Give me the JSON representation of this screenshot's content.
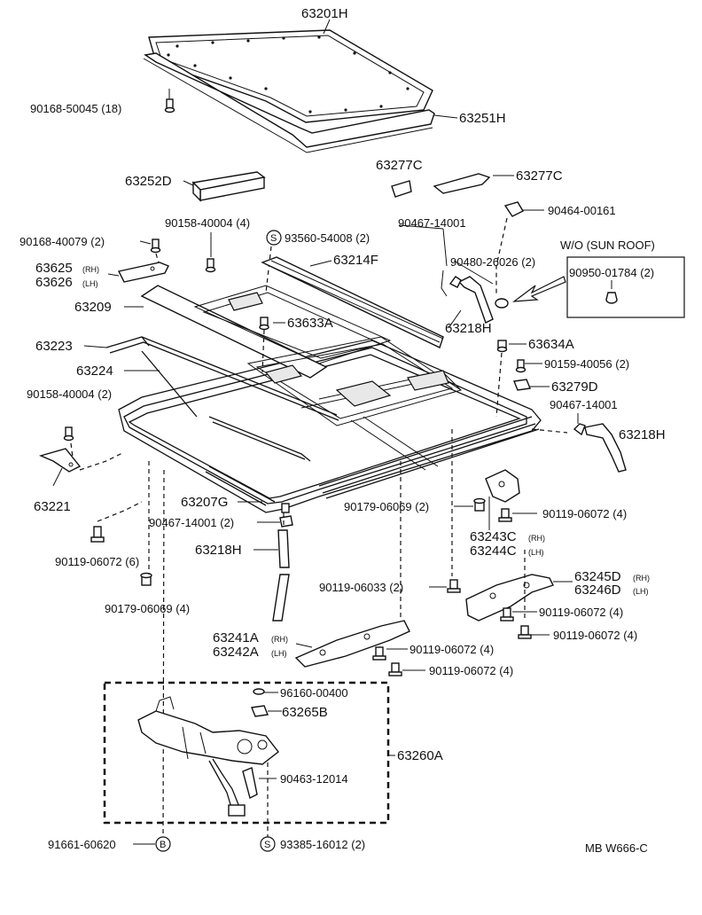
{
  "labels": {
    "p63201H": "63201H",
    "p90168_50045": "90168-50045 (18)",
    "p63251H": "63251H",
    "p63277C_a": "63277C",
    "p63277C_b": "63277C",
    "p63252D": "63252D",
    "p90158_40004_4": "90158-40004 (4)",
    "p90467_14001_a": "90467-14001",
    "p90464_00161": "90464-00161",
    "p90168_40079": "90168-40079 (2)",
    "p93560_54008": "93560-54008 (2)",
    "wo_title": "W/O (SUN ROOF)",
    "p90480_26026": "90480-26026 (2)",
    "p90950_01784": "90950-01784 (2)",
    "p63625": "63625",
    "p63625_side": "(RH)",
    "p63626": "63626",
    "p63626_side": "(LH)",
    "p63214F": "63214F",
    "p63209": "63209",
    "p63218H_a": "63218H",
    "p63633A": "63633A",
    "p63223": "63223",
    "p63634A": "63634A",
    "p63224": "63224",
    "p90159_40056": "90159-40056 (2)",
    "p63279D": "63279D",
    "p90158_40004_2": "90158-40004 (2)",
    "p90467_14001_b": "90467-14001",
    "p63218H_b": "63218H",
    "p63221": "63221",
    "p63207G": "63207G",
    "p90179_06069_2": "90179-06069 (2)",
    "p90119_06072_4a": "90119-06072 (4)",
    "p90467_14001_c": "90467-14001 (2)",
    "p63243C": "63243C",
    "p63243C_side": "(RH)",
    "p63244C": "63244C",
    "p63244C_side": "(LH)",
    "p90119_06072_6": "90119-06072 (6)",
    "p63218H_c": "63218H",
    "p63245D": "63245D",
    "p63245D_side": "(RH)",
    "p63246D": "63246D",
    "p63246D_side": "(LH)",
    "p90119_06033": "90119-06033 (2)",
    "p90179_06069_4": "90179-06069 (4)",
    "p90119_06072_4b": "90119-06072 (4)",
    "p90119_06072_4c": "90119-06072 (4)",
    "p63241A": "63241A",
    "p63241A_side": "(RH)",
    "p63242A": "63242A",
    "p63242A_side": "(LH)",
    "p90119_06072_4d": "90119-06072 (4)",
    "p90119_06072_4e": "90119-06072 (4)",
    "p96160_00400": "96160-00400",
    "p63265B": "63265B",
    "p63260A": "63260A",
    "p90463_12014": "90463-12014",
    "p91661_60620": "91661-60620",
    "p93385_16012": "93385-16012 (2)",
    "circle_b": "B",
    "circle_s1": "S",
    "circle_s2": "S",
    "footer_code": "MB  W666-C"
  }
}
